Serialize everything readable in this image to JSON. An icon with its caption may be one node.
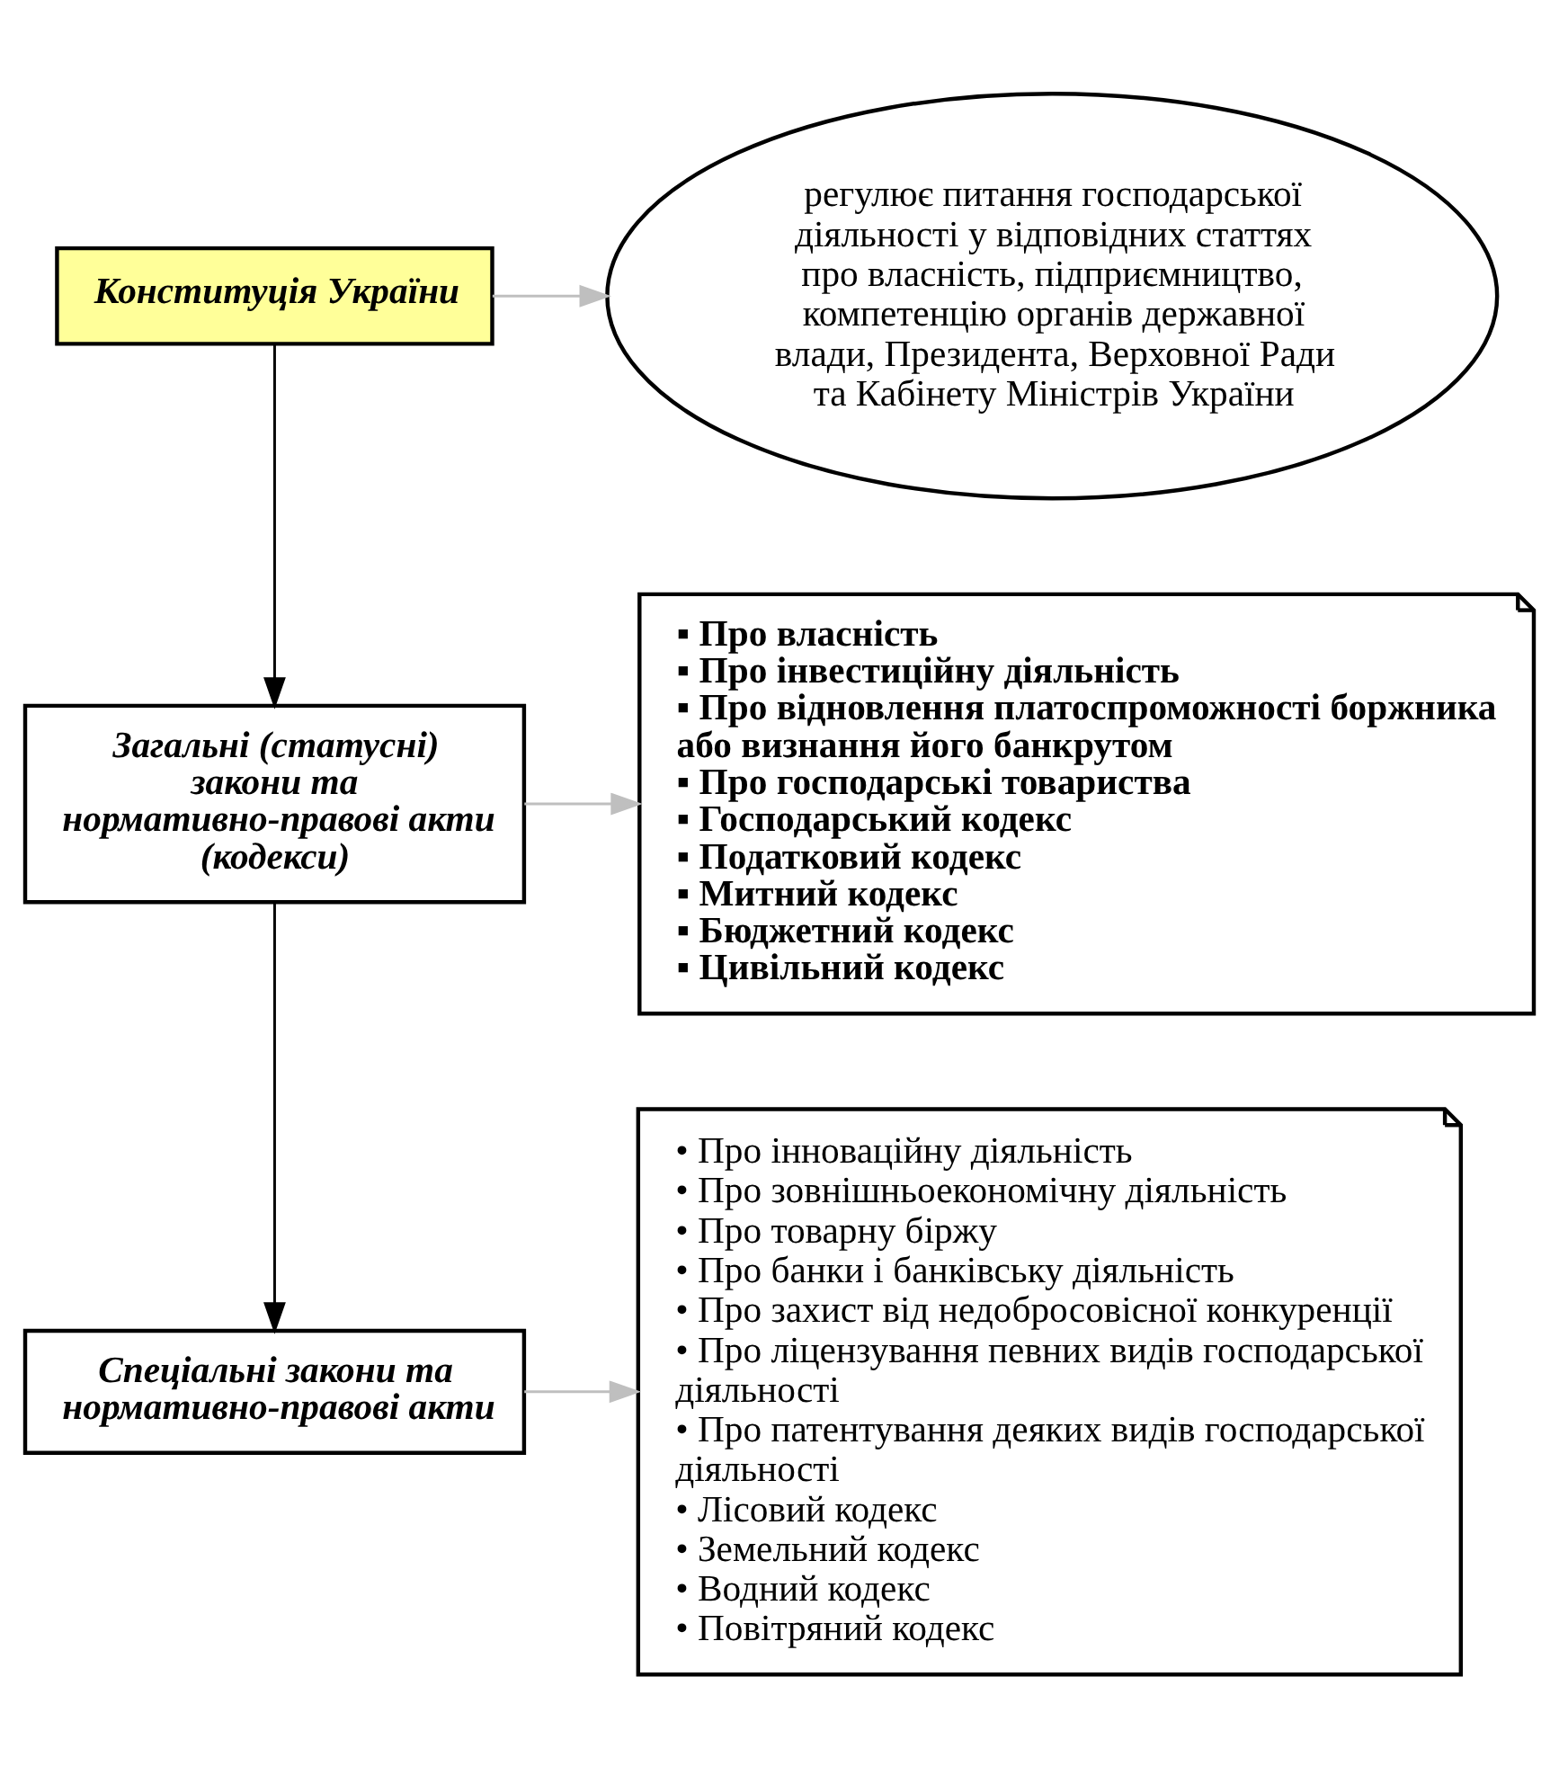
{
  "diagram": {
    "nodes": [
      {
        "text": [
          "Конституція України"
        ]
      },
      {
        "text": [
          "регулює питання господарської діяльності у відповідних статтях про власність, підприємництво, компетенцію органів державної влади, Президента, Верховної Ради та Кабінету Міністрів України"
        ]
      },
      {
        "text": [
          "Загальні (статусні) закони та нормативно-правові акти (кодекси)"
        ]
      },
      {
        "text": [
          "▪ Про власність",
          "▪ Про інвестиційну діяльність",
          "▪ Про відновлення платоспроможності боржника або визнання його банкрутом",
          "▪ Про господарські товариства",
          "▪ Господарський кодекс",
          "▪ Податковий кодекс",
          "▪ Митний кодекс",
          "▪ Бюджетний кодекс",
          "▪ Цивільний кодекс"
        ]
      },
      {
        "text": [
          "Спеціальні закони та нормативно-правові акти"
        ]
      },
      {
        "text": [
          "• Про інноваційну діяльність",
          "• Про зовнішньоекономічну діяльність",
          "• Про товарну біржу",
          "• Про банки і банківську діяльність",
          "• Про захист від недобросовісної конкуренції",
          "• Про ліцензування певних видів господарської діяльності",
          "• Про патентування деяких видів господарської діяльності",
          "• Лісовий кодекс",
          "• Земельний кодекс",
          "• Водний кодекс",
          "• Повітряний кодекс"
        ]
      }
    ],
    "edges": [
      {
        "from": 0,
        "to": 1,
        "arrow": "to",
        "color": "#bfbfbf"
      },
      {
        "from": 0,
        "to": 2,
        "arrow": "to",
        "color": "#000000"
      },
      {
        "from": 2,
        "to": 3,
        "arrow": "to",
        "color": "#bfbfbf"
      },
      {
        "from": 2,
        "to": 4,
        "arrow": "to",
        "color": "#000000"
      },
      {
        "from": 4,
        "to": 5,
        "arrow": "to",
        "color": "#bfbfbf"
      }
    ]
  }
}
